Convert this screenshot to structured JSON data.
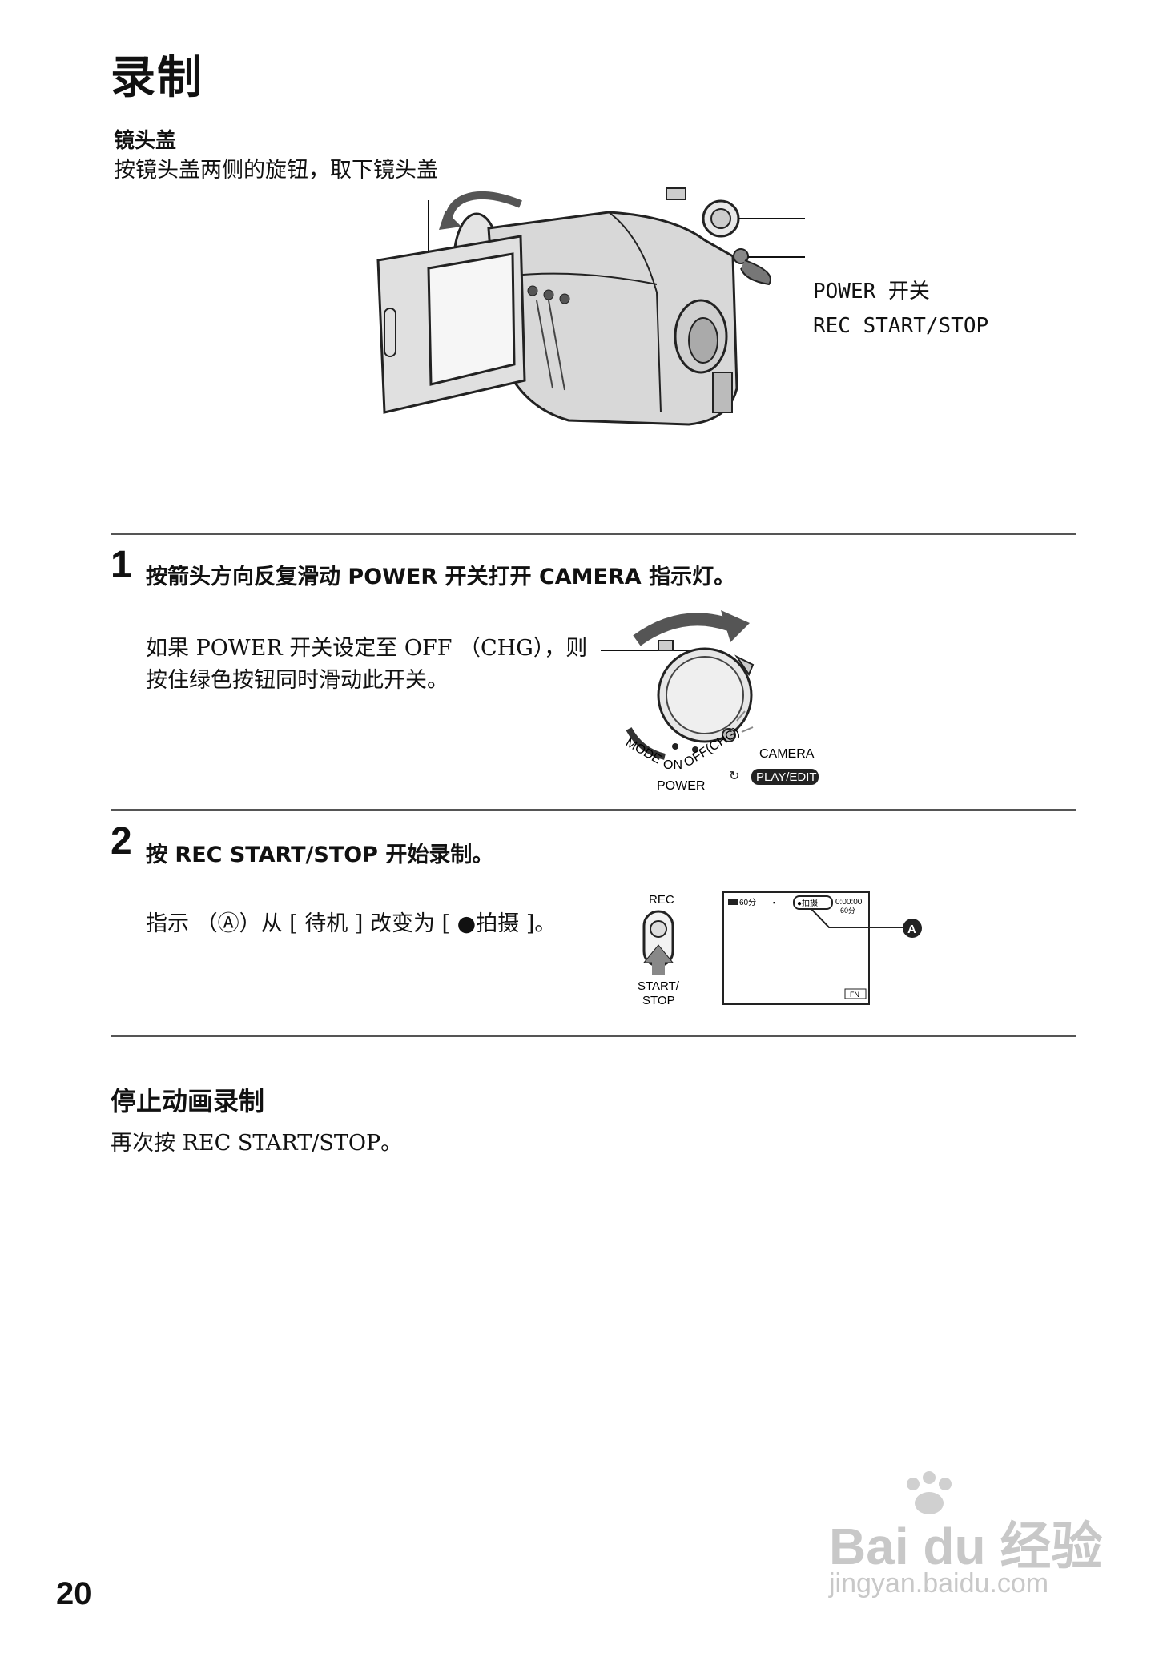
{
  "page": {
    "title": "录制",
    "number": "20"
  },
  "lens_cap": {
    "title": "镜头盖",
    "text": "按镜头盖两侧的旋钮，取下镜头盖"
  },
  "camera_labels": {
    "power_switch": "POWER 开关",
    "rec_button": "REC START/STOP"
  },
  "step1": {
    "number": "1",
    "text": "按箭头方向反复滑动 POWER 开关打开 CAMERA 指示灯。",
    "note_line1": "如果 POWER 开关设定至 OFF （CHG），则",
    "note_line2": "按住绿色按钮同时滑动此开关。",
    "dial": {
      "mode": "MODE",
      "on": "ON",
      "off": "OFF(CHG)",
      "power": "POWER",
      "camera": "CAMERA",
      "play_edit": "PLAY/EDIT"
    }
  },
  "step2": {
    "number": "2",
    "text": "按 REC START/STOP 开始录制。",
    "note": "指示 （Ⓐ）从 [ 待机 ] 改变为 [ ●拍摄 ]。",
    "button": {
      "rec": "REC",
      "start": "START/",
      "stop": "STOP"
    },
    "screen": {
      "battery": "60分",
      "status": "●拍摄",
      "time": "0:00:00",
      "remaining": "60分",
      "fn": "FN",
      "callout": "A"
    }
  },
  "stop_section": {
    "title": "停止动画录制",
    "text": "再次按 REC START/STOP。"
  },
  "watermark": {
    "brand": "Bai du 经验",
    "url": "jingyan.baidu.com"
  }
}
